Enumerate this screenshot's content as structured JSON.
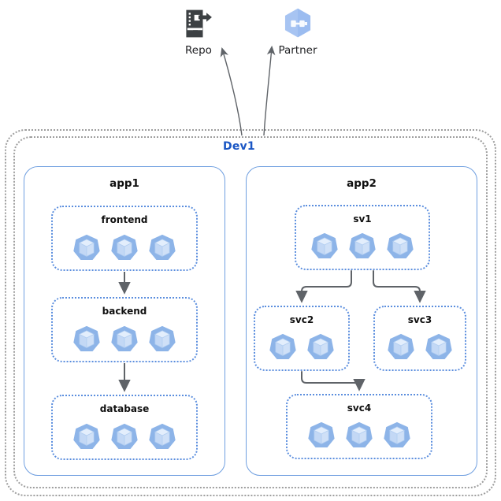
{
  "diagram": {
    "title": "Dev1",
    "external_nodes": [
      {
        "id": "repo",
        "label": "Repo",
        "icon": "repo-export-icon"
      },
      {
        "id": "partner",
        "label": "Partner",
        "icon": "partner-hexagon-icon"
      }
    ],
    "cluster": {
      "label": "Dev1",
      "label_color": "#1a56c4",
      "border_color": "#9e9e9e",
      "apps": [
        {
          "id": "app1",
          "label": "app1",
          "border_color": "#6f9fe0",
          "services": [
            {
              "id": "frontend",
              "label": "frontend",
              "pod_count": 3
            },
            {
              "id": "backend",
              "label": "backend",
              "pod_count": 3
            },
            {
              "id": "database",
              "label": "database",
              "pod_count": 3
            }
          ]
        },
        {
          "id": "app2",
          "label": "app2",
          "border_color": "#6f9fe0",
          "services": [
            {
              "id": "sv1",
              "label": "sv1",
              "pod_count": 3
            },
            {
              "id": "svc2",
              "label": "svc2",
              "pod_count": 2
            },
            {
              "id": "svc3",
              "label": "svc3",
              "pod_count": 2
            },
            {
              "id": "svc4",
              "label": "svc4",
              "pod_count": 3
            }
          ]
        }
      ]
    },
    "edges": [
      {
        "from": "frontend",
        "to": "backend",
        "style": "straight-arrow"
      },
      {
        "from": "backend",
        "to": "database",
        "style": "straight-arrow"
      },
      {
        "from": "sv1",
        "to": "svc2",
        "style": "elbow-arrow"
      },
      {
        "from": "sv1",
        "to": "svc3",
        "style": "elbow-arrow"
      },
      {
        "from": "svc2",
        "to": "svc4",
        "style": "elbow-arrow"
      },
      {
        "from": "dev1",
        "to": "repo",
        "style": "curved-arrow"
      },
      {
        "from": "dev1",
        "to": "partner",
        "style": "curved-arrow"
      }
    ],
    "colors": {
      "pod_outer": "#8db4e8",
      "pod_inner": "#cfe0f7",
      "edge": "#5f6368",
      "cluster_border": "#9e9e9e",
      "app_border": "#6f9fe0",
      "service_border": "#5b8ede",
      "accent": "#1a56c4"
    }
  }
}
